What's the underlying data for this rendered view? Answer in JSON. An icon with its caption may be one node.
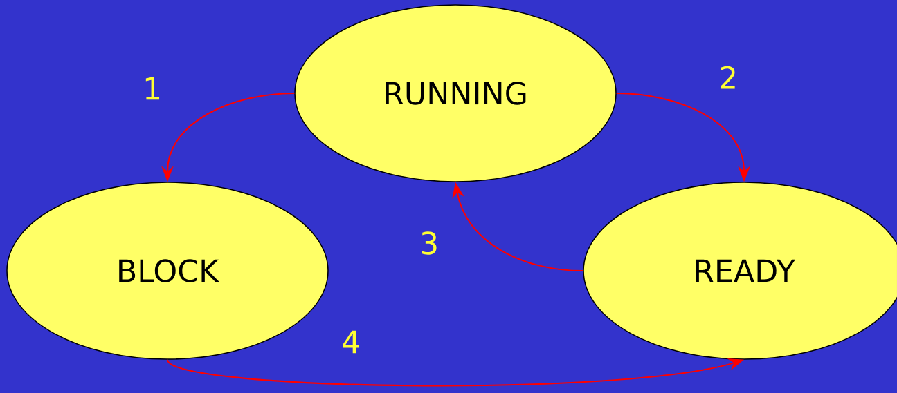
{
  "diagram": {
    "nodes": [
      {
        "text": [
          "RUNNING"
        ]
      },
      {
        "text": [
          "BLOCK"
        ]
      },
      {
        "text": [
          "READY"
        ]
      }
    ],
    "edges": [
      {
        "from": 0,
        "to": 1,
        "arrow": "to",
        "label": "1"
      },
      {
        "from": 0,
        "to": 2,
        "arrow": "to",
        "label": "2"
      },
      {
        "from": 2,
        "to": 0,
        "arrow": "to",
        "label": "3"
      },
      {
        "from": 1,
        "to": 2,
        "arrow": "to",
        "label": "4"
      }
    ]
  }
}
